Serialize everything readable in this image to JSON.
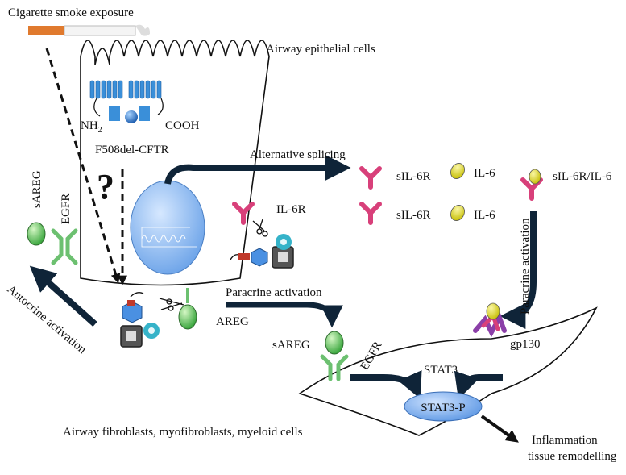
{
  "labels": {
    "smoke": "Cigarette smoke exposure",
    "epithelial": "Airway epithelial cells",
    "nh2": "NH",
    "nh2_sub": "2",
    "cooh": "COOH",
    "cftr": "F508del-CFTR",
    "question": "?",
    "alt_splicing": "Alternative splicing",
    "sil6r_1": "sIL-6R",
    "il6_1": "IL-6",
    "sil6r_2": "sIL-6R",
    "il6_2": "IL-6",
    "complex": "sIL-6R/IL-6",
    "il6r": "IL-6R",
    "sareg_left": "sAREG",
    "egfr_left": "EGFR",
    "autocrine": "Autocrine activation",
    "paracrine_h": "Paracrine activation",
    "areg": "AREG",
    "sareg_mid": "sAREG",
    "egfr_mid": "EGFR",
    "paracrine_v": "Paracrine activation",
    "gp130": "gp130",
    "stat3": "STAT3",
    "stat3p": "STAT3-P",
    "fibro": "Airway fibroblasts, myofibroblasts, myeloid cells",
    "outcome_1": "Inflammation",
    "outcome_2": "tissue remodelling"
  },
  "colors": {
    "nucleus": "#8fbaf0",
    "stat3p": "#7fb0ee",
    "receptor_blue": "#3a8fd9",
    "il6r_pink": "#d8407a",
    "il6_yellow": "#e7e11a",
    "egfr_green": "#6cc070",
    "areg_green": "#7fd46f",
    "arrow_navy": "#0f2438",
    "adam_blue": "#4a90e2",
    "adam_teal": "#35b3c9",
    "gp130_purple": "#8b3fa8",
    "cigarette_orange": "#e07a2e"
  },
  "icons": [
    "cigarette-icon",
    "cftr-channel-icon",
    "nucleus-icon",
    "y-receptor-icon",
    "sheddase-icon",
    "scissors-icon",
    "ligand-oval-icon"
  ]
}
